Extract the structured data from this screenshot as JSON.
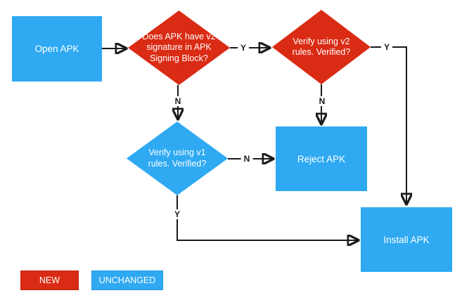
{
  "diagram": {
    "type": "flowchart",
    "subject": "APK v2 signature verification flow",
    "colors": {
      "new": "#da2b14",
      "unchanged": "#2ea9f2",
      "line": "#1a1a1a",
      "onfill": "#ffffff"
    },
    "nodes": {
      "open_apk": {
        "label": "Open APK",
        "shape": "rect",
        "status": "unchanged"
      },
      "has_v2_signature": {
        "label": "Does APK have v2 signature in APK Signing Block?",
        "shape": "diamond",
        "status": "new"
      },
      "verify_v2": {
        "label": "Verify using v2 rules. Verified?",
        "shape": "diamond",
        "status": "new"
      },
      "verify_v1": {
        "label": "Verify using v1 rules. Verified?",
        "shape": "diamond",
        "status": "unchanged"
      },
      "reject_apk": {
        "label": "Reject APK",
        "shape": "rect",
        "status": "unchanged"
      },
      "install_apk": {
        "label": "Install APK",
        "shape": "rect",
        "status": "unchanged"
      }
    },
    "edges": [
      {
        "from": "open_apk",
        "to": "has_v2_signature",
        "label": ""
      },
      {
        "from": "has_v2_signature",
        "to": "verify_v2",
        "label": "Y"
      },
      {
        "from": "verify_v2",
        "to": "install_apk",
        "label": "Y"
      },
      {
        "from": "has_v2_signature",
        "to": "verify_v1",
        "label": "N"
      },
      {
        "from": "verify_v2",
        "to": "reject_apk",
        "label": "N"
      },
      {
        "from": "verify_v1",
        "to": "reject_apk",
        "label": "N"
      },
      {
        "from": "verify_v1",
        "to": "install_apk",
        "label": "Y"
      }
    ],
    "edge_labels": {
      "y1": "Y",
      "y2": "Y",
      "y3": "Y",
      "n1": "N",
      "n2": "N",
      "n3": "N"
    },
    "legend": {
      "new": "NEW",
      "unchanged": "UNCHANGED"
    }
  }
}
